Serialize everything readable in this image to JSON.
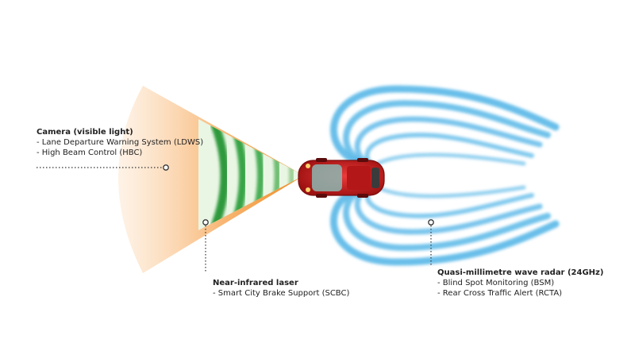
{
  "camera": {
    "title": "Camera (visible light)",
    "items": [
      "- Lane Departure Warning System (LDWS)",
      "- High Beam Control (HBC)"
    ]
  },
  "laser": {
    "title": "Near-infrared laser",
    "items": [
      "- Smart City Brake Support (SCBC)"
    ]
  },
  "radar": {
    "title": "Quasi-millimetre wave radar (24GHz)",
    "items": [
      "- Blind Spot Monitoring (BSM)",
      "- Rear Cross Traffic Alert (RCTA)"
    ]
  },
  "colors": {
    "camera_cone": "#f39a3a",
    "laser_green": "#3aa845",
    "radar_blue": "#5ab8e8",
    "car_red": "#c81e1e",
    "leader_line": "#333333"
  },
  "icons": [
    "car-icon"
  ]
}
